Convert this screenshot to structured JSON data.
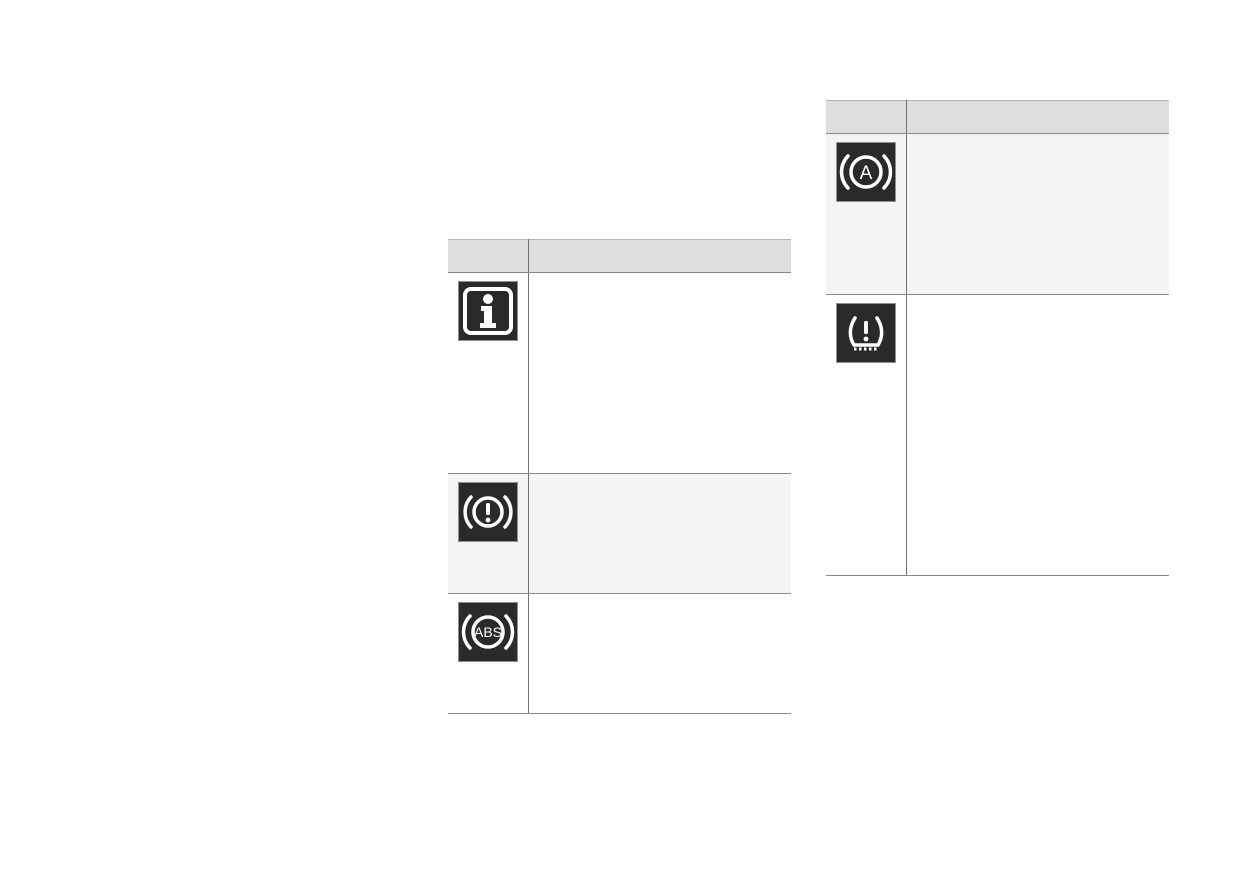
{
  "tables": [
    {
      "id": "left",
      "headers": {
        "symbol": "",
        "description": ""
      },
      "rows": [
        {
          "icon": "information-icon",
          "shading": "white",
          "description": ""
        },
        {
          "icon": "brake-warning-icon",
          "shading": "grey",
          "description": ""
        },
        {
          "icon": "abs-icon",
          "shading": "white",
          "description": "",
          "icon_text": "ABS"
        }
      ]
    },
    {
      "id": "right",
      "headers": {
        "symbol": "",
        "description": ""
      },
      "rows": [
        {
          "icon": "auto-hold-brake-icon",
          "shading": "grey",
          "description": "",
          "icon_text": "A"
        },
        {
          "icon": "tire-pressure-warning-icon",
          "shading": "white",
          "description": ""
        }
      ]
    }
  ],
  "colors": {
    "icon_background": "#2a2a2a",
    "icon_foreground": "#ffffff",
    "header_background": "#dedede",
    "row_shaded": "#f4f4f4"
  }
}
